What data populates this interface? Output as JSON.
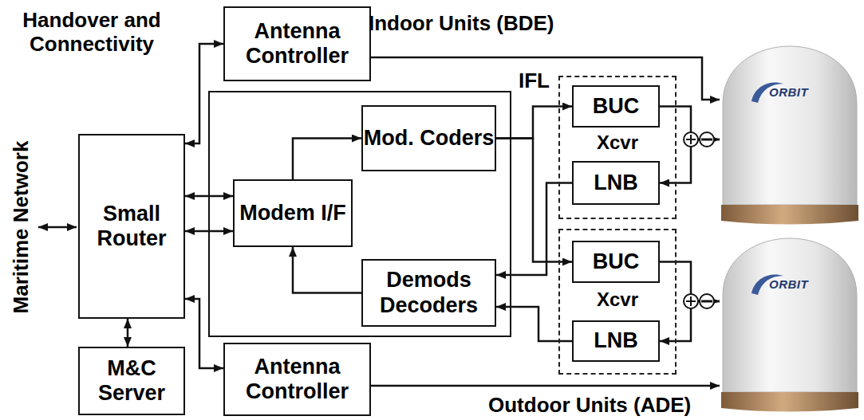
{
  "diagram": {
    "nodes": [
      {
        "text": [
          "Antenna Controller"
        ]
      },
      {
        "text": [
          "Small Router"
        ]
      },
      {
        "text": [
          "Modem I/F"
        ]
      },
      {
        "text": [
          "Mod. Coders"
        ]
      },
      {
        "text": [
          "Demods Decoders"
        ]
      },
      {
        "text": [
          "M&C Server"
        ]
      },
      {
        "text": [
          "Antenna Controller"
        ]
      },
      {
        "text": [
          "Xcvr"
        ]
      },
      {
        "text": [
          "BUC"
        ],
        "in": 7
      },
      {
        "text": [
          "LNB"
        ],
        "in": 7
      },
      {
        "text": [
          "Xcvr"
        ]
      },
      {
        "text": [
          "BUC"
        ],
        "in": 10
      },
      {
        "text": [
          "LNB"
        ],
        "in": 10
      },
      {
        "text": [
          "ORBIT"
        ]
      },
      {
        "text": [
          "ORBIT"
        ]
      }
    ],
    "edges": [
      {
        "from": 1,
        "to": 0,
        "arrow": "both"
      },
      {
        "from": 1,
        "to": 2,
        "arrow": "both"
      },
      {
        "from": 1,
        "to": 2,
        "arrow": "both"
      },
      {
        "from": 1,
        "to": 6,
        "arrow": "both"
      },
      {
        "from": 1,
        "to": 5,
        "arrow": "both"
      },
      {
        "from": 2,
        "to": 3,
        "arrow": "to"
      },
      {
        "from": 4,
        "to": 2,
        "arrow": "to"
      },
      {
        "from": 3,
        "to": 8,
        "arrow": "to"
      },
      {
        "from": 3,
        "to": 11,
        "arrow": "to"
      },
      {
        "from": 9,
        "to": 4,
        "arrow": "to"
      },
      {
        "from": 12,
        "to": 4,
        "arrow": "to"
      },
      {
        "from": 8,
        "to": 13,
        "arrow": "to"
      },
      {
        "from": 13,
        "to": 9,
        "arrow": "to"
      },
      {
        "from": 11,
        "to": 14,
        "arrow": "to"
      },
      {
        "from": 14,
        "to": 12,
        "arrow": "to"
      },
      {
        "from": 0,
        "to": 13,
        "arrow": "to"
      },
      {
        "from": 6,
        "to": 14,
        "arrow": "to"
      }
    ],
    "labels": [
      "Handover and Connectivity",
      "Indoor Units (BDE)",
      "Maritime Network",
      "IFL",
      "Outdoor Units (ADE)"
    ]
  }
}
